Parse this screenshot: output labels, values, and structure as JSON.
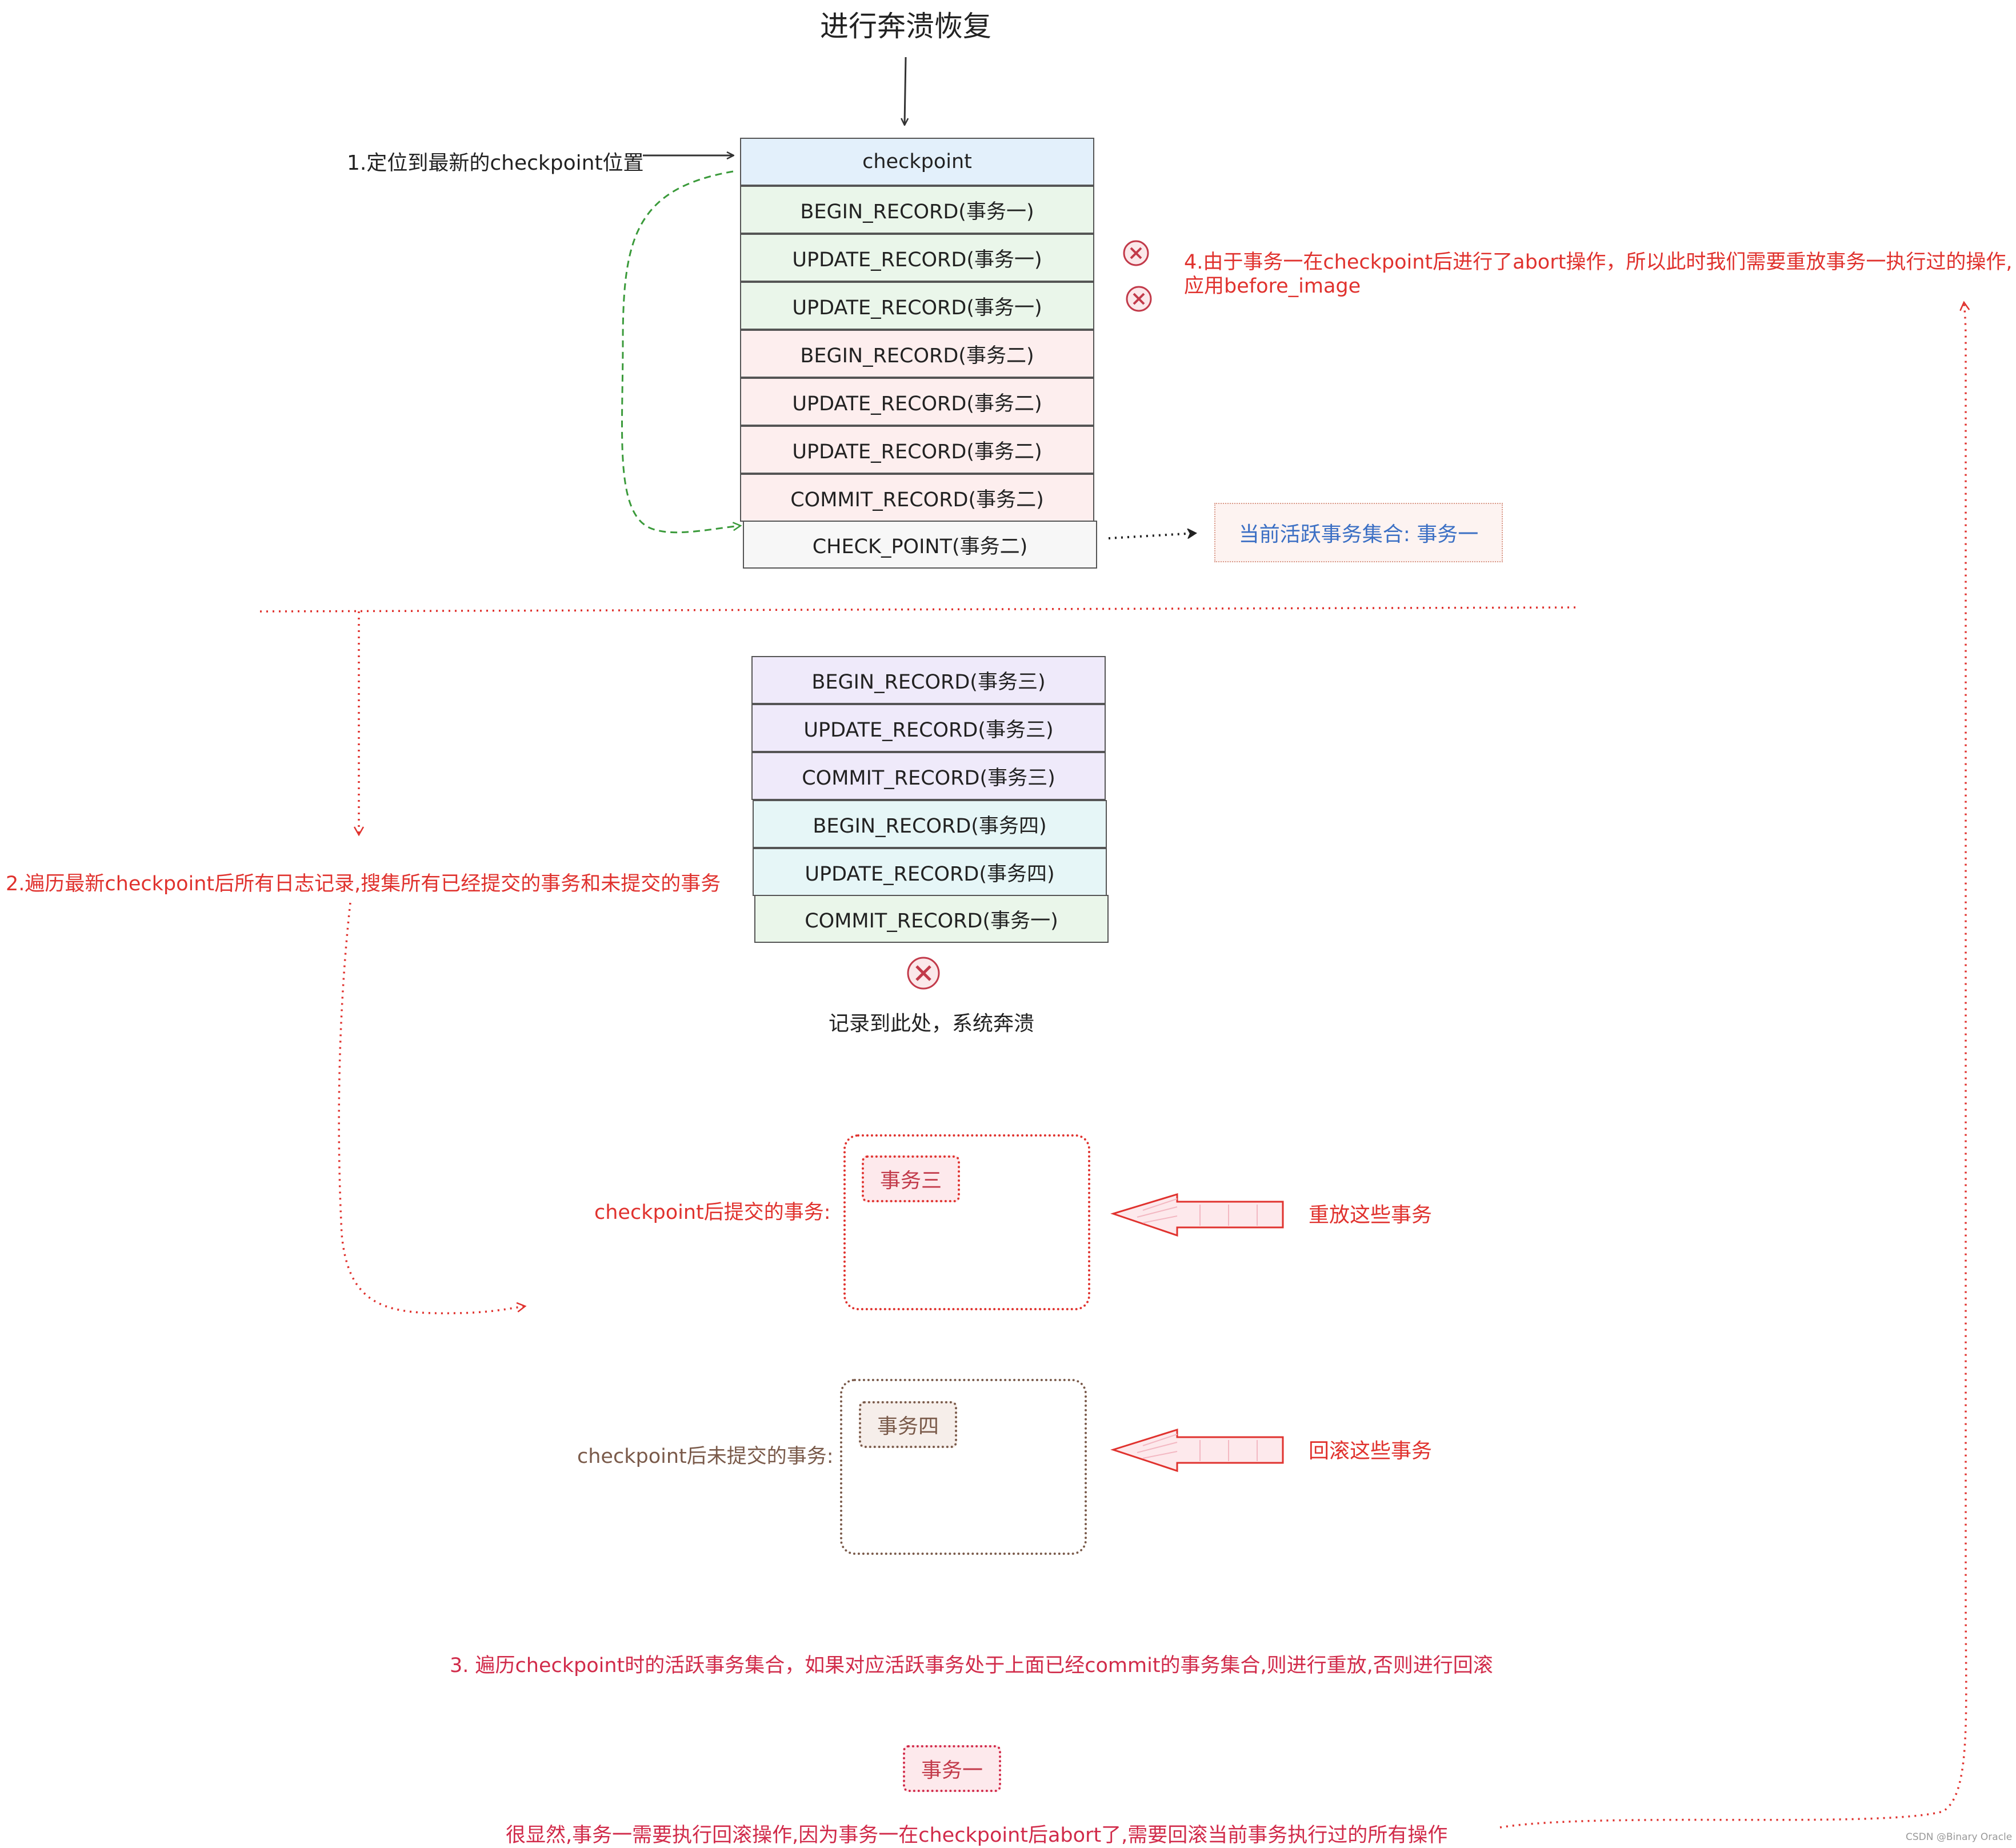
{
  "title": "进行奔溃恢复",
  "step1": "1.定位到最新的checkpoint位置",
  "step2": "2.遍历最新checkpoint后所有日志记录,搜集所有已经提交的事务和未提交的事务",
  "step3": "3. 遍历checkpoint时的活跃事务集合，如果对应活跃事务处于上面已经commit的事务集合,则进行重放,否则进行回滚",
  "step4_line1": "4.由于事务一在checkpoint后进行了abort操作，所以此时我们需要重放事务一执行过的操作,",
  "step4_line2": "应用before_image",
  "log_group1": [
    {
      "label": "checkpoint",
      "fill": "#e3f0fb"
    },
    {
      "label": "BEGIN_RECORD(事务一)",
      "fill": "#eaf6ea"
    },
    {
      "label": "UPDATE_RECORD(事务一)",
      "fill": "#eaf6ea"
    },
    {
      "label": "UPDATE_RECORD(事务一)",
      "fill": "#eaf6ea"
    },
    {
      "label": "BEGIN_RECORD(事务二)",
      "fill": "#fdeeee"
    },
    {
      "label": "UPDATE_RECORD(事务二)",
      "fill": "#fdeeee"
    },
    {
      "label": "UPDATE_RECORD(事务二)",
      "fill": "#fdeeee"
    },
    {
      "label": "COMMIT_RECORD(事务二)",
      "fill": "#fdeeee"
    },
    {
      "label": "CHECK_POINT(事务二)",
      "fill": "#f7f7f7"
    }
  ],
  "active_set": "当前活跃事务集合: 事务一",
  "log_group2": [
    {
      "label": "BEGIN_RECORD(事务三)",
      "fill": "#efeafa"
    },
    {
      "label": "UPDATE_RECORD(事务三)",
      "fill": "#efeafa"
    },
    {
      "label": "COMMIT_RECORD(事务三)",
      "fill": "#efeafa"
    },
    {
      "label": "BEGIN_RECORD(事务四)",
      "fill": "#e6f6f7"
    },
    {
      "label": "UPDATE_RECORD(事务四)",
      "fill": "#e6f6f7"
    },
    {
      "label": "COMMIT_RECORD(事务一)",
      "fill": "#eaf6ea"
    }
  ],
  "crash_note": "记录到此处，系统奔溃",
  "committed_label": "checkpoint后提交的事务:",
  "committed_item": "事务三",
  "redo_label": "重放这些事务",
  "uncommitted_label": "checkpoint后未提交的事务:",
  "uncommitted_item": "事务四",
  "rollback_label": "回滚这些事务",
  "bottom_item": "事务一",
  "conclusion": "很显然,事务一需要执行回滚操作,因为事务一在checkpoint后abort了,需要回滚当前事务执行过的所有操作",
  "watermark": "CSDN @Binary Oracle",
  "colors": {
    "red": "#e0322e",
    "pink_red": "#d12b4a",
    "brown": "#7a5a4a",
    "blue": "#3b6fc4",
    "green": "#3a9a3a"
  },
  "icons": [
    "arrow-down-icon",
    "arrow-right-icon",
    "cross-circle-icon",
    "hollow-arrow-left-icon"
  ]
}
